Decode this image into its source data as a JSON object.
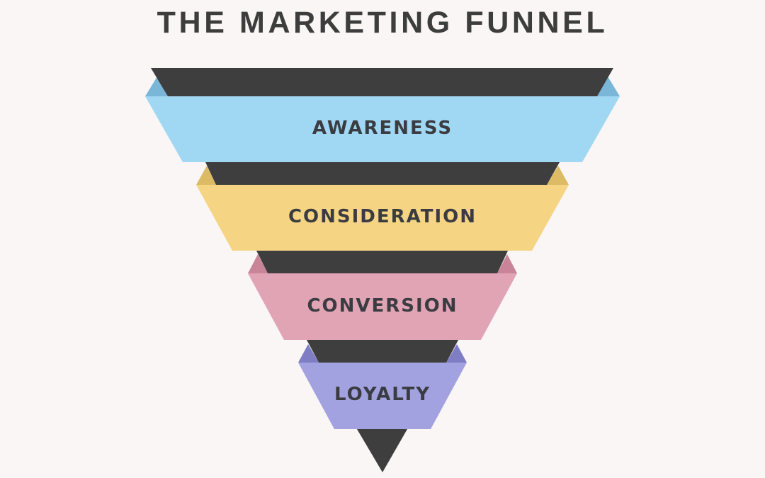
{
  "title": "THE MARKETING FUNNEL",
  "colors": {
    "background": "#f9f6f5",
    "dark": "#3e3e3e",
    "text": "#3b3c42"
  },
  "stages": [
    {
      "label": "AWARENESS",
      "color": "#a0d8f4",
      "fold_color": "#7ab6d8"
    },
    {
      "label": "CONSIDERATION",
      "color": "#f5d483",
      "fold_color": "#ddba64"
    },
    {
      "label": "CONVERSION",
      "color": "#e1a4b4",
      "fold_color": "#c9849a"
    },
    {
      "label": "LOYALTY",
      "color": "#a3a2e0",
      "fold_color": "#7f7ec4"
    }
  ]
}
